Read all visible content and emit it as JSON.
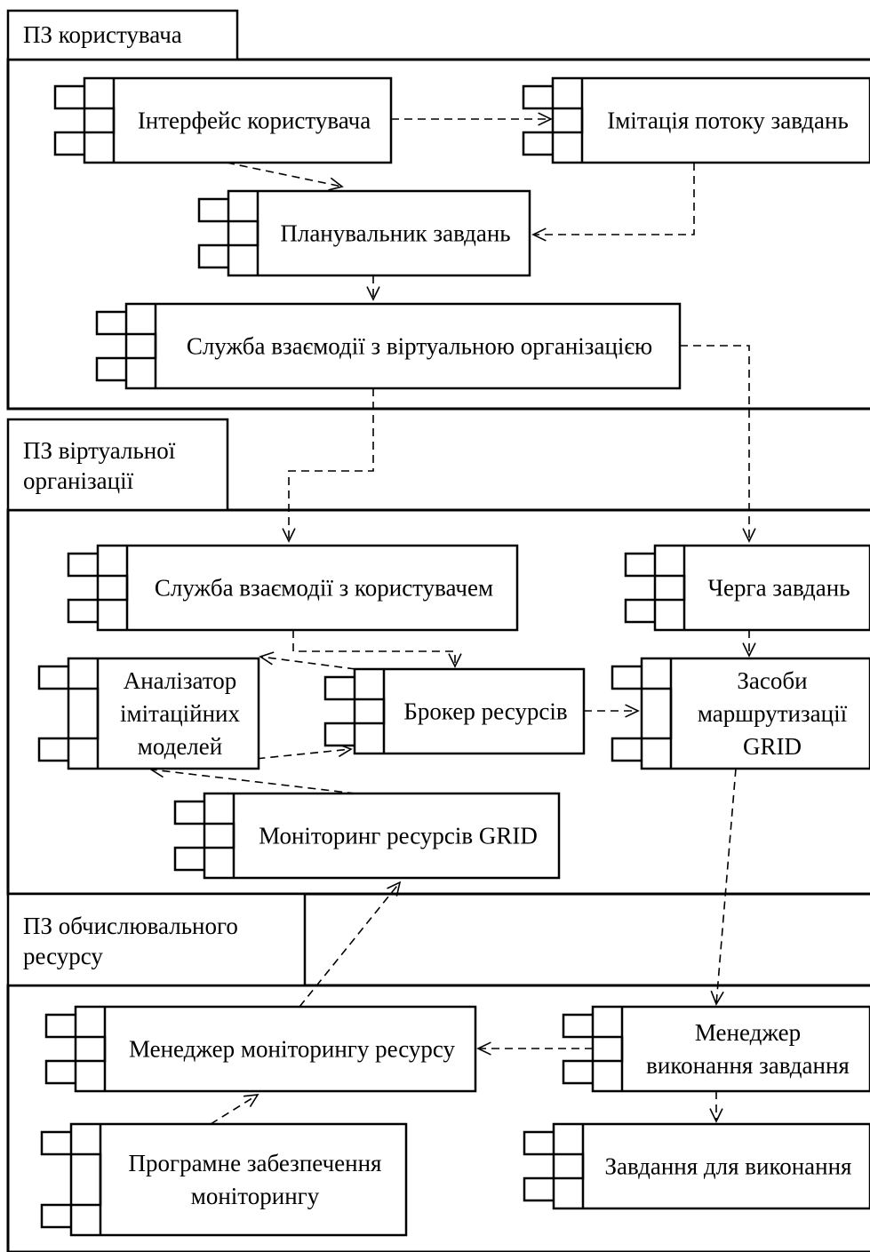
{
  "packages": {
    "user": {
      "title": [
        "ПЗ користувача"
      ]
    },
    "vo": {
      "title": [
        "ПЗ віртуальної",
        "організації"
      ]
    },
    "resource": {
      "title": [
        "ПЗ обчислювального",
        " ресурсу"
      ]
    }
  },
  "components": {
    "user_interface": [
      "Інтерфейс користувача"
    ],
    "task_flow_sim": [
      "Імітація потоку завдань"
    ],
    "task_planner": [
      "Планувальник завдань"
    ],
    "vo_interaction_service": [
      "Служба взаємодії з віртуальною організацією"
    ],
    "user_interaction_service": [
      "Служба взаємодії з користувачем"
    ],
    "task_queue": [
      "Черга завдань"
    ],
    "sim_model_analyzer": [
      "Аналізатор",
      "імітаційних",
      "моделей"
    ],
    "resource_broker": [
      "Брокер ресурсів"
    ],
    "grid_routing": [
      "Засоби",
      "маршрутизації",
      "GRID"
    ],
    "grid_monitoring": [
      "Моніторинг ресурсів GRID"
    ],
    "resource_monitoring_manager": [
      "Менеджер моніторингу ресурсу"
    ],
    "task_execution_manager": [
      "Менеджер",
      "виконання завдання"
    ],
    "monitoring_software": [
      "Програмне забезпечення",
      "моніторингу"
    ],
    "tasks_to_execute": [
      "Завдання для виконання"
    ]
  }
}
